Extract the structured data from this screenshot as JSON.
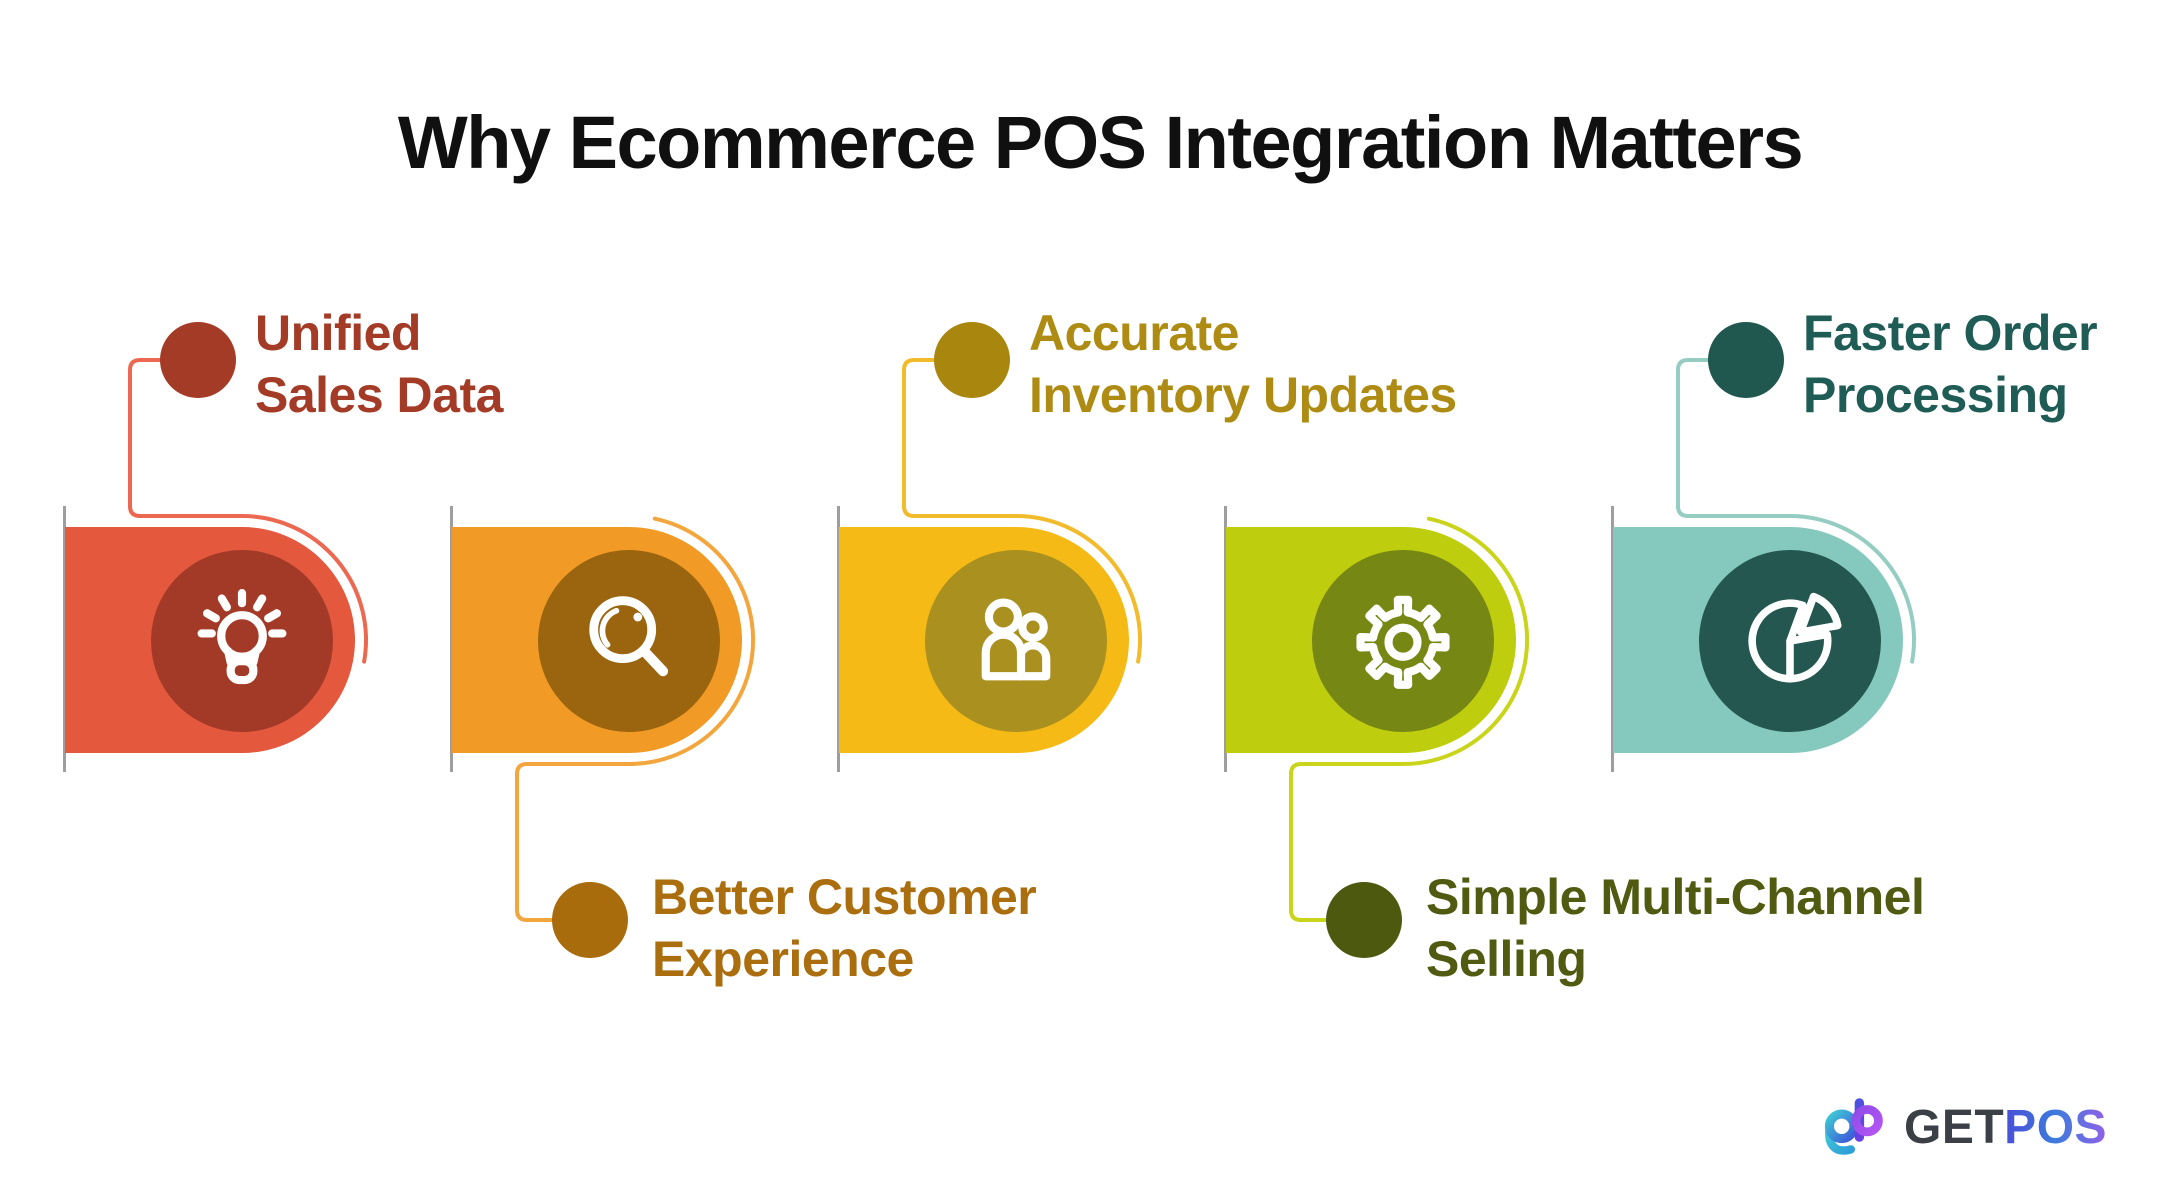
{
  "canvas": {
    "background": "#ffffff"
  },
  "title": {
    "text": "Why Ecommerce POS Integration Matters",
    "color": "#101010"
  },
  "items": [
    {
      "id": "unified-sales-data",
      "label_line1": "Unified",
      "label_line2": "Sales Data",
      "label_position": "above",
      "icon": "lightbulb-icon",
      "fill_color": "#E4583E",
      "inner_circle_color": "#A33A27",
      "line_color": "#EC6850",
      "bullet_color": "#A43B26",
      "text_color": "#A43B26"
    },
    {
      "id": "better-customer-experience",
      "label_line1": "Better Customer",
      "label_line2": "Experience",
      "label_position": "below",
      "icon": "magnifier-icon",
      "fill_color": "#F29A26",
      "inner_circle_color": "#9A650E",
      "line_color": "#F3A63E",
      "bullet_color": "#A96C0C",
      "text_color": "#AB6E0E"
    },
    {
      "id": "accurate-inventory-updates",
      "label_line1": "Accurate",
      "label_line2": "Inventory Updates",
      "label_position": "above",
      "icon": "people-icon",
      "fill_color": "#F6BA17",
      "inner_circle_color": "#A9901F",
      "line_color": "#F2BB2B",
      "bullet_color": "#A9870F",
      "text_color": "#AE8C13"
    },
    {
      "id": "simple-multi-channel-selling",
      "label_line1": "Simple Multi-Channel",
      "label_line2": "Selling",
      "label_position": "below",
      "icon": "gear-icon",
      "fill_color": "#BECE0E",
      "inner_circle_color": "#768714",
      "line_color": "#C9D41A",
      "bullet_color": "#4E5910",
      "text_color": "#505B11"
    },
    {
      "id": "faster-order-processing",
      "label_line1": "Faster Order",
      "label_line2": "Processing",
      "label_position": "above",
      "icon": "pie-chart-icon",
      "fill_color": "#85C9BE",
      "inner_circle_color": "#23574F",
      "line_color": "#95CDC3",
      "bullet_color": "#20584F",
      "text_color": "#1F5C55"
    }
  ],
  "brand": {
    "get": "GET",
    "pos": "POS",
    "get_color": "#3A4046",
    "pos_gradient_start": "#4A4FD8",
    "pos_gradient_mid": "#3D7BDC",
    "pos_gradient_end": "#9061E6"
  }
}
